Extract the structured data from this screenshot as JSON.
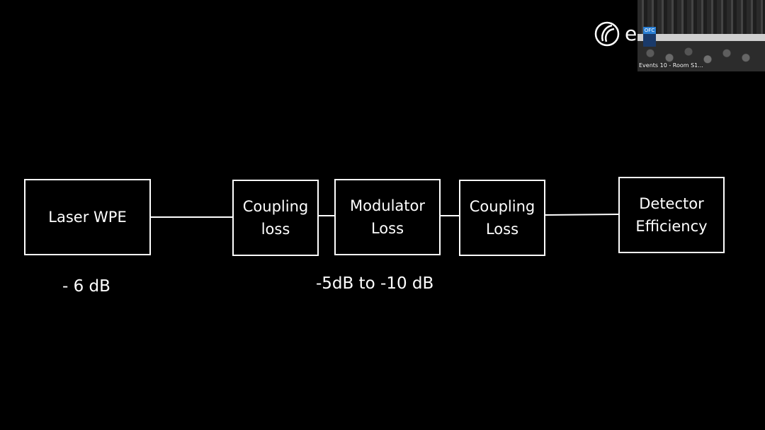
{
  "blocks": [
    {
      "id": "laser",
      "label": "Laser WPE"
    },
    {
      "id": "coupling1",
      "label": "Coupling\nloss"
    },
    {
      "id": "modulator",
      "label": "Modulator\nLoss"
    },
    {
      "id": "coupling2",
      "label": "Coupling\nLoss"
    },
    {
      "id": "detector",
      "label": "Detector\nEfficiency"
    }
  ],
  "values": {
    "laser": "- 6 dB",
    "modulator": "-5dB to -10 dB"
  },
  "overlay": {
    "logo_text": "e",
    "video_caption": "Events 10 - Room S1...",
    "video_sign": "OFC"
  },
  "colors": {
    "background": "#000000",
    "foreground": "#ffffff"
  }
}
